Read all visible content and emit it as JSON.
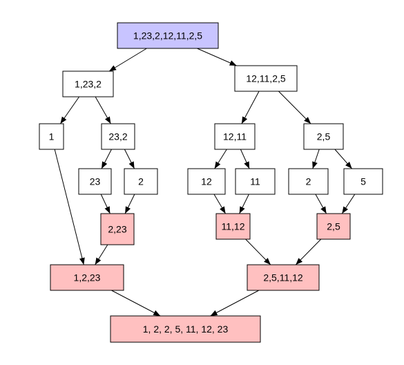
{
  "colors": {
    "root_fill": "#c8c4ff",
    "split_fill": "#ffffff",
    "merge_fill": "#ffc0c0",
    "stroke": "#000000"
  },
  "nodes": [
    {
      "id": "root",
      "label": "1,23,2,12,11,2,5",
      "kind": "root"
    },
    {
      "id": "l",
      "label": "1,23,2",
      "kind": "split"
    },
    {
      "id": "r",
      "label": "12,11,2,5",
      "kind": "split"
    },
    {
      "id": "l1",
      "label": "1",
      "kind": "split"
    },
    {
      "id": "l2",
      "label": "23,2",
      "kind": "split"
    },
    {
      "id": "r1",
      "label": "12,11",
      "kind": "split"
    },
    {
      "id": "r2",
      "label": "2,5",
      "kind": "split"
    },
    {
      "id": "l21",
      "label": "23",
      "kind": "split"
    },
    {
      "id": "l22",
      "label": "2",
      "kind": "split"
    },
    {
      "id": "r11",
      "label": "12",
      "kind": "split"
    },
    {
      "id": "r12",
      "label": "11",
      "kind": "split"
    },
    {
      "id": "r21",
      "label": "2",
      "kind": "split"
    },
    {
      "id": "r22",
      "label": "5",
      "kind": "split"
    },
    {
      "id": "m_l2",
      "label": "2,23",
      "kind": "merge"
    },
    {
      "id": "m_r1",
      "label": "11,12",
      "kind": "merge"
    },
    {
      "id": "m_r2",
      "label": "2,5",
      "kind": "merge"
    },
    {
      "id": "m_l",
      "label": "1,2,23",
      "kind": "merge"
    },
    {
      "id": "m_r",
      "label": "2,5,11,12",
      "kind": "merge"
    },
    {
      "id": "m_root",
      "label": "1, 2, 2, 5, 11, 12, 23",
      "kind": "merge"
    }
  ],
  "edges": [
    [
      "root",
      "l"
    ],
    [
      "root",
      "r"
    ],
    [
      "l",
      "l1"
    ],
    [
      "l",
      "l2"
    ],
    [
      "r",
      "r1"
    ],
    [
      "r",
      "r2"
    ],
    [
      "l2",
      "l21"
    ],
    [
      "l2",
      "l22"
    ],
    [
      "r1",
      "r11"
    ],
    [
      "r1",
      "r12"
    ],
    [
      "r2",
      "r21"
    ],
    [
      "r2",
      "r22"
    ],
    [
      "l21",
      "m_l2"
    ],
    [
      "l22",
      "m_l2"
    ],
    [
      "r11",
      "m_r1"
    ],
    [
      "r12",
      "m_r1"
    ],
    [
      "r21",
      "m_r2"
    ],
    [
      "r22",
      "m_r2"
    ],
    [
      "l1",
      "m_l"
    ],
    [
      "m_l2",
      "m_l"
    ],
    [
      "m_r1",
      "m_r"
    ],
    [
      "m_r2",
      "m_r"
    ],
    [
      "m_l",
      "m_root"
    ],
    [
      "m_r",
      "m_root"
    ]
  ]
}
